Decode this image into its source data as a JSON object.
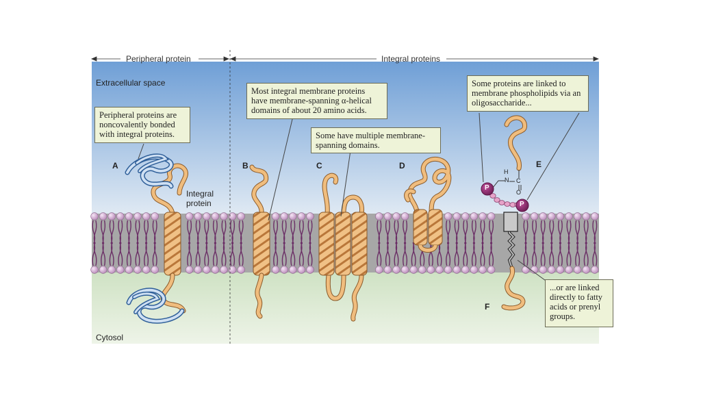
{
  "header": {
    "peripheral_label": "Peripheral protein",
    "integral_label": "Integral proteins"
  },
  "regions": {
    "extracellular": "Extracellular space",
    "cytosol": "Cytosol"
  },
  "letters": {
    "a": "A",
    "b": "B",
    "c": "C",
    "d": "D",
    "e": "E",
    "f": "F"
  },
  "integral_protein_label": "Integral protein",
  "phosphate_symbol": "P",
  "linkage_atoms": {
    "n": "N",
    "h": "H",
    "c": "C",
    "o": "O"
  },
  "callouts": {
    "peripheral": "Peripheral proteins are noncovalently bonded with integral proteins.",
    "alpha_helical": "Most integral membrane proteins have membrane-spanning α-helical domains of about 20 amino acids.",
    "multiple": "Some have multiple membrane-spanning domains.",
    "oligosaccharide": "Some proteins are linked to membrane phospholipids via an oligosaccharide...",
    "fatty_acids": "...or are linked directly to fatty acids or prenyl groups."
  },
  "colors": {
    "extracellular_top": "#6f9fd6",
    "extracellular_bottom": "#dfe9f3",
    "cytosol_top": "#cfe2c4",
    "cytosol_bottom": "#edf3e6",
    "lipid_head": "#d9b3d9",
    "lipid_tail": "#6b2f66",
    "membrane_core": "#a8a8a8",
    "protein": "#e8a862",
    "peripheral_blue": "#5f8fc7",
    "phosphate": "#8a2a6e",
    "callout_bg": "#eef3d8"
  }
}
